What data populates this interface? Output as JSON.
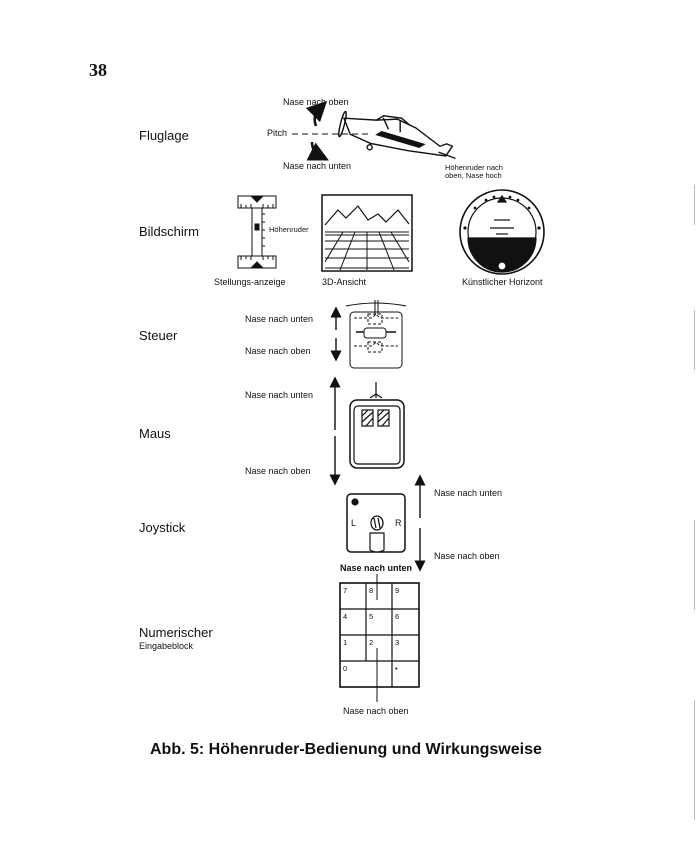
{
  "page_number": "38",
  "rows": {
    "fluglage": "Fluglage",
    "bildschirm": "Bildschirm",
    "steuer": "Steuer",
    "maus": "Maus",
    "joystick": "Joystick",
    "numerisch_1": "Numerischer",
    "numerisch_2": "Eingabeblock"
  },
  "fluglage": {
    "nose_up": "Nase nach oben",
    "pitch": "Pitch",
    "nose_down": "Nase nach unten",
    "elevator_note_1": "Höhenruder nach",
    "elevator_note_2": "oben, Nase hoch"
  },
  "bildschirm": {
    "elevator": "Höhenruder",
    "position_indicator": "Stellungs-anzeige",
    "view_3d": "3D-Ansicht",
    "artificial_horizon": "Künstlicher Horizont"
  },
  "steuer": {
    "nose_down": "Nase nach unten",
    "nose_up": "Nase nach oben"
  },
  "maus": {
    "nose_down": "Nase nach unten",
    "nose_up": "Nase nach oben"
  },
  "joystick": {
    "nose_down": "Nase nach unten",
    "nose_up": "Nase nach oben",
    "left": "L",
    "right": "R"
  },
  "keypad": {
    "top_label": "Nase nach unten",
    "bottom_label": "Nase nach oben",
    "keys": [
      "7",
      "8",
      "9",
      "4",
      "5",
      "6",
      "1",
      "2",
      "3",
      "0",
      "•"
    ]
  },
  "caption": "Abb. 5: Höhenruder-Bedienung und Wirkungsweise"
}
